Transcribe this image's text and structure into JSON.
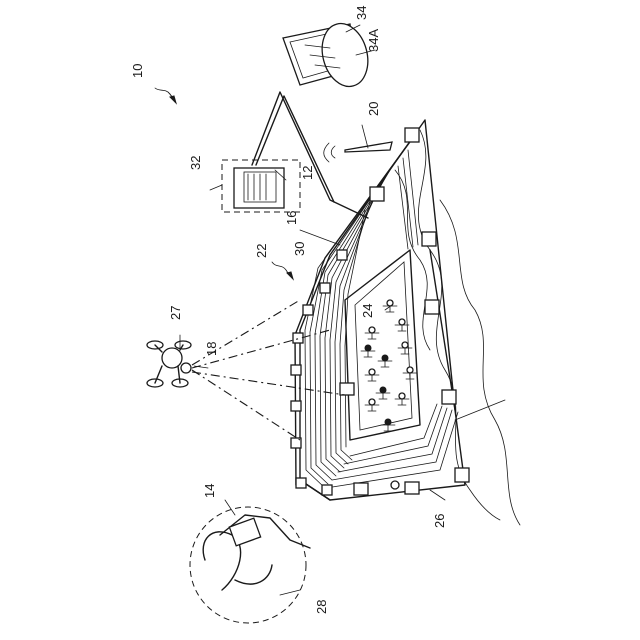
{
  "labels": {
    "system": "10",
    "server": "12",
    "user_terminal": "14",
    "camera_post": "16",
    "drone_camera": "18",
    "antenna": "20",
    "venue": "22",
    "players": "24",
    "venue_front": "26",
    "drone": "27",
    "user": "28",
    "field": "30",
    "server_box": "32",
    "display": "34",
    "display_screen": "34A"
  }
}
